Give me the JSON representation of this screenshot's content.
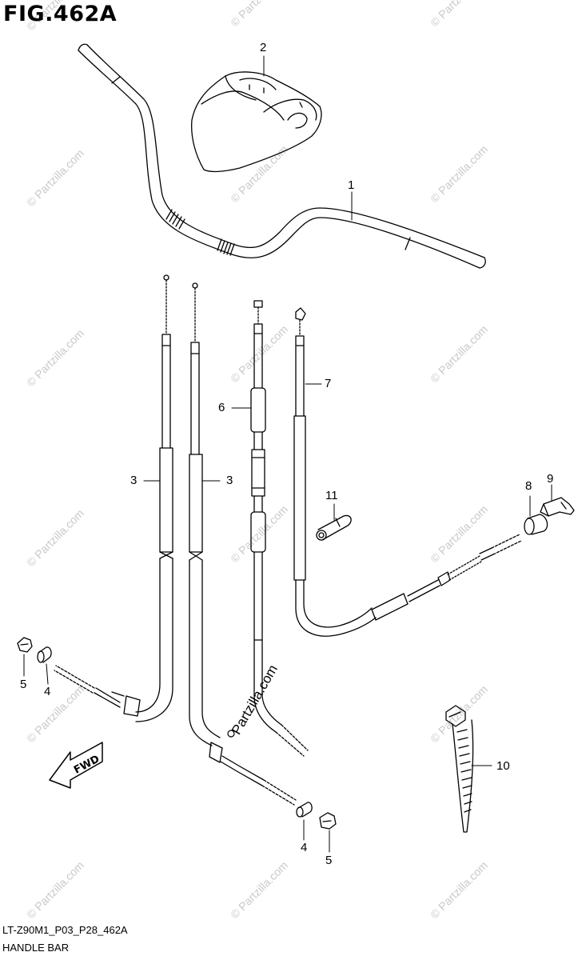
{
  "figure": {
    "title": "FIG.462A",
    "code": "LT-Z90M1_P03_P28_462A",
    "name": "HANDLE BAR"
  },
  "callouts": [
    {
      "id": "c1",
      "text": "1"
    },
    {
      "id": "c2",
      "text": "2"
    },
    {
      "id": "c3a",
      "text": "3"
    },
    {
      "id": "c3b",
      "text": "3"
    },
    {
      "id": "c4a",
      "text": "4"
    },
    {
      "id": "c4b",
      "text": "4"
    },
    {
      "id": "c5a",
      "text": "5"
    },
    {
      "id": "c5b",
      "text": "5"
    },
    {
      "id": "c6",
      "text": "6"
    },
    {
      "id": "c7",
      "text": "7"
    },
    {
      "id": "c8",
      "text": "8"
    },
    {
      "id": "c9",
      "text": "9"
    },
    {
      "id": "c10",
      "text": "10"
    },
    {
      "id": "c11",
      "text": "11"
    }
  ],
  "direction_arrow": "FWD",
  "watermark": "© Partzilla.com",
  "stamp": "Partzilla.com"
}
